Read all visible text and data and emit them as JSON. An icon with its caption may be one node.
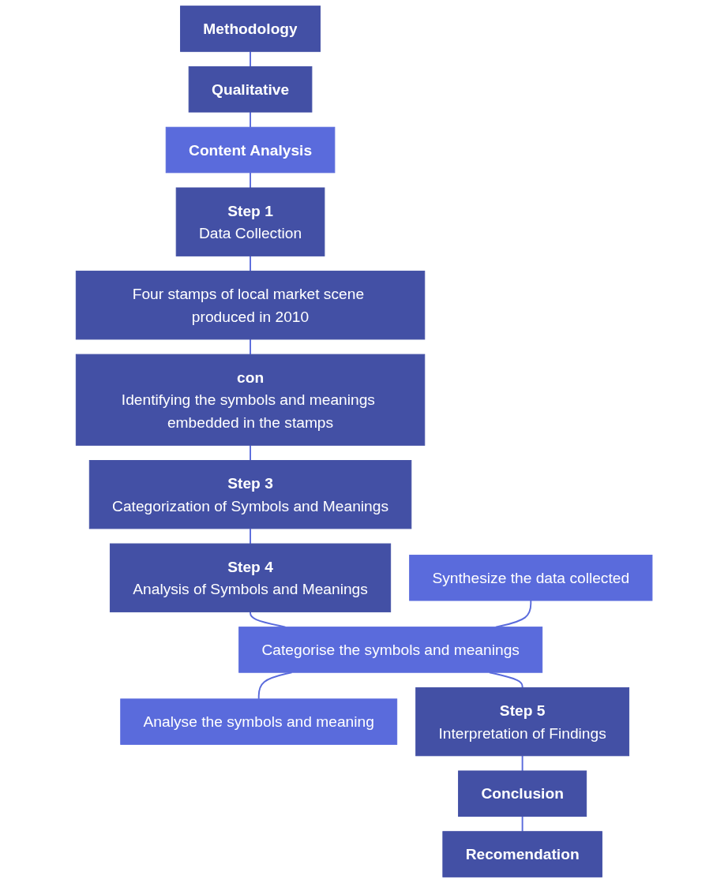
{
  "diagram": {
    "nodes": [
      {
        "text": [
          "Methodology"
        ]
      },
      {
        "text": [
          "Qualitative"
        ]
      },
      {
        "text": [
          "Content Analysis"
        ]
      },
      {
        "text": [
          "Step 1",
          "Data Collection"
        ]
      },
      {
        "text": [
          "Four stamps of local market scene produced in 2010"
        ]
      },
      {
        "text": [
          "con",
          "Identifying the symbols and meanings embedded in the stamps"
        ]
      },
      {
        "text": [
          "Step 3",
          "Categorization of Symbols and Meanings"
        ]
      },
      {
        "text": [
          "Step 4",
          "Analysis of Symbols and Meanings"
        ]
      },
      {
        "text": [
          "Synthesize the data collected"
        ]
      },
      {
        "text": [
          "Categorise the symbols and meanings"
        ]
      },
      {
        "text": [
          "Analyse the symbols and meaning"
        ]
      },
      {
        "text": [
          "Step 5",
          "Interpretation of Findings"
        ]
      },
      {
        "text": [
          "Conclusion"
        ]
      },
      {
        "text": [
          "Recomendation"
        ]
      }
    ],
    "edges": [
      {
        "from": 0,
        "to": 1,
        "arrow": "none"
      },
      {
        "from": 1,
        "to": 2,
        "arrow": "none"
      },
      {
        "from": 2,
        "to": 3,
        "arrow": "none"
      },
      {
        "from": 3,
        "to": 4,
        "arrow": "none"
      },
      {
        "from": 4,
        "to": 5,
        "arrow": "none"
      },
      {
        "from": 5,
        "to": 6,
        "arrow": "none"
      },
      {
        "from": 6,
        "to": 7,
        "arrow": "none"
      },
      {
        "from": 7,
        "to": 9,
        "arrow": "none"
      },
      {
        "from": 8,
        "to": 9,
        "arrow": "none"
      },
      {
        "from": 9,
        "to": 10,
        "arrow": "none"
      },
      {
        "from": 9,
        "to": 11,
        "arrow": "none"
      },
      {
        "from": 11,
        "to": 12,
        "arrow": "none"
      },
      {
        "from": 12,
        "to": 13,
        "arrow": "none"
      }
    ]
  }
}
